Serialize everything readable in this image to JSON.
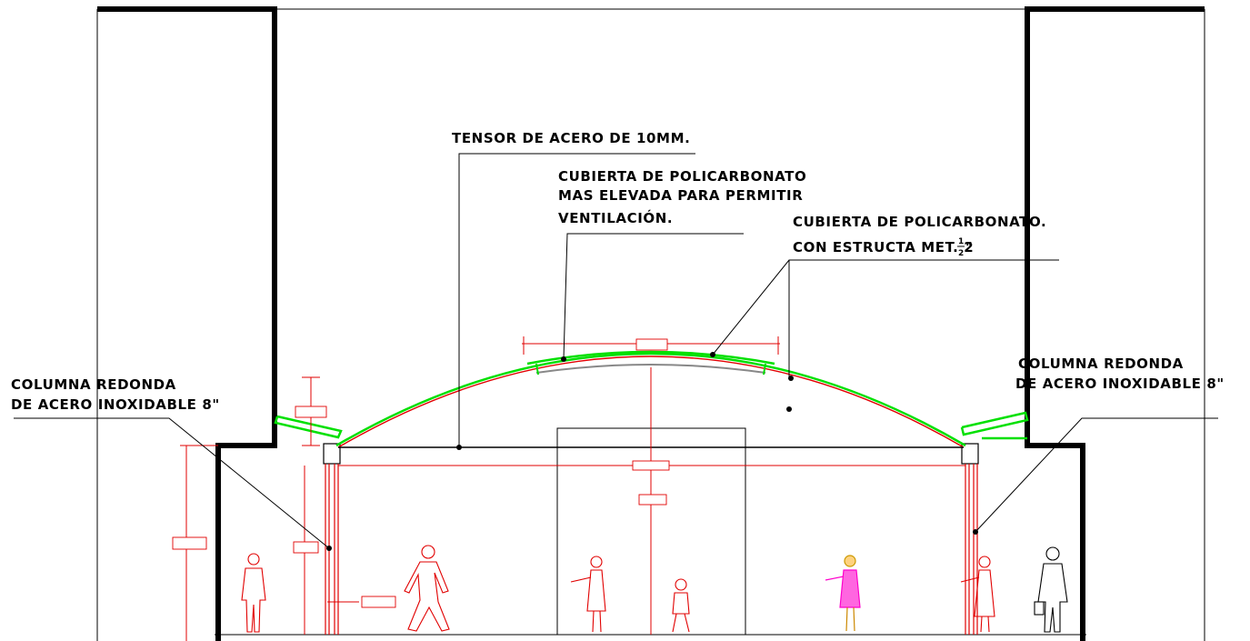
{
  "drawing": {
    "labels": {
      "tensor": "TENSOR DE ACERO DE 10MM.",
      "raised_cover_1": "CUBIERTA DE POLICARBONATO",
      "raised_cover_2": "MAS ELEVADA PARA PERMITIR",
      "raised_cover_3": "VENTILACIÓN.",
      "cover_1": "CUBIERTA DE POLICARBONATO.",
      "cover_2": "CON ESTRUCTA MET. 2",
      "cover_2_frac_num": "1",
      "cover_2_frac_den": "2",
      "cover_2_inch": "\"",
      "left_column_1": "COLUMNA REDONDA",
      "left_column_2": "DE ACERO INOXIDABLE 8\"",
      "right_column_1": "COLUMNA REDONDA",
      "right_column_2": "DE ACERO INOXIDABLE 8\""
    },
    "colors": {
      "wall": "#000000",
      "polycarbonate": "#00e000",
      "dimension": "#e10000",
      "highlight_figure": "#ff00cc"
    }
  }
}
